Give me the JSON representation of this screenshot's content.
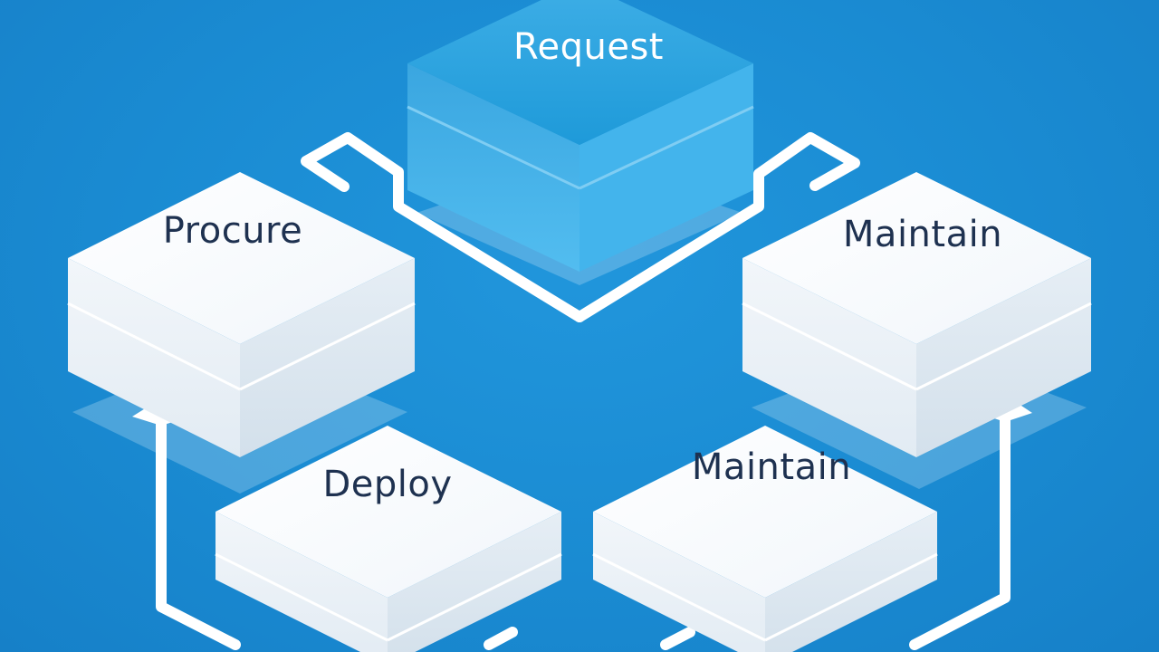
{
  "diagram": {
    "colors": {
      "background": "#1a8bd2",
      "highlight_block": "#3aa9e4",
      "block": "#ffffff",
      "label_dark": "#1e3150",
      "label_light": "#ffffff"
    },
    "blocks": [
      {
        "id": "request",
        "label": "Request",
        "style": "highlight"
      },
      {
        "id": "procure",
        "label": "Procure",
        "style": "white"
      },
      {
        "id": "maintain_upper",
        "label": "Maintain",
        "style": "white"
      },
      {
        "id": "deploy",
        "label": "Deploy",
        "style": "white"
      },
      {
        "id": "maintain_lower",
        "label": "Maintain",
        "style": "white"
      }
    ]
  }
}
